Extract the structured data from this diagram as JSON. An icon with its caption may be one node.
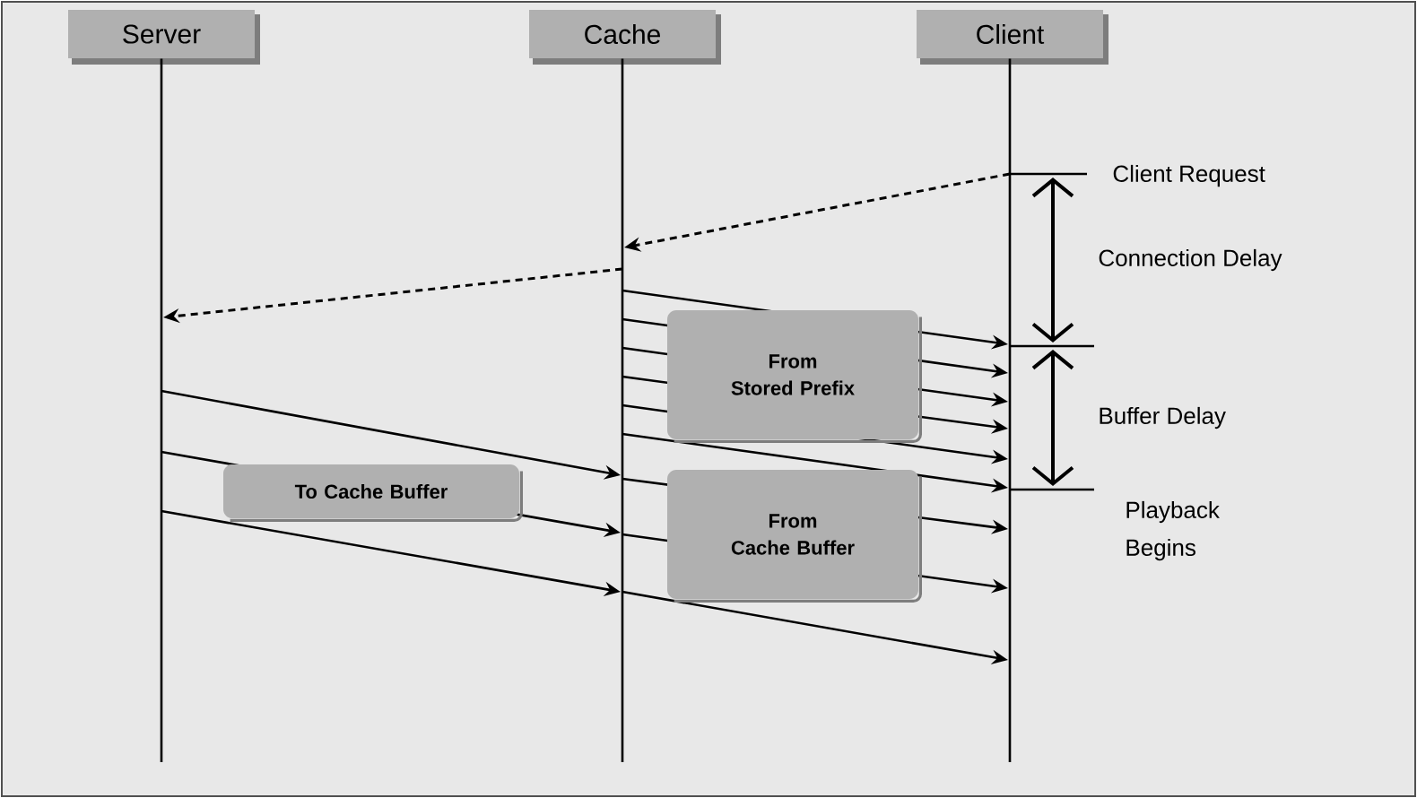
{
  "diagram": {
    "nodes": [
      {
        "text": [
          "Server"
        ]
      },
      {
        "text": [
          "Cache"
        ]
      },
      {
        "text": [
          "Client"
        ]
      }
    ],
    "edges": [
      {
        "from": 2,
        "to": 1,
        "arrow": "to",
        "style": "dashed"
      },
      {
        "from": 1,
        "to": 0,
        "arrow": "to",
        "style": "dashed"
      },
      {
        "from": 1,
        "to": 2,
        "arrow": "to"
      },
      {
        "from": 1,
        "to": 2,
        "arrow": "to"
      },
      {
        "from": 1,
        "to": 2,
        "arrow": "to"
      },
      {
        "from": 1,
        "to": 2,
        "arrow": "to"
      },
      {
        "from": 1,
        "to": 2,
        "arrow": "to"
      },
      {
        "from": 1,
        "to": 2,
        "arrow": "to"
      },
      {
        "from": 0,
        "to": 1,
        "arrow": "to"
      },
      {
        "from": 0,
        "to": 1,
        "arrow": "to"
      },
      {
        "from": 0,
        "to": 1,
        "arrow": "to"
      },
      {
        "from": 1,
        "to": 2,
        "arrow": "to"
      },
      {
        "from": 1,
        "to": 2,
        "arrow": "to"
      },
      {
        "from": 1,
        "to": 2,
        "arrow": "to"
      }
    ],
    "labels": [
      "Client Request",
      "Connection Delay",
      "From Stored Prefix",
      "Buffer Delay",
      "To Cache Buffer",
      "Playback Begins",
      "From Cache Buffer"
    ]
  }
}
